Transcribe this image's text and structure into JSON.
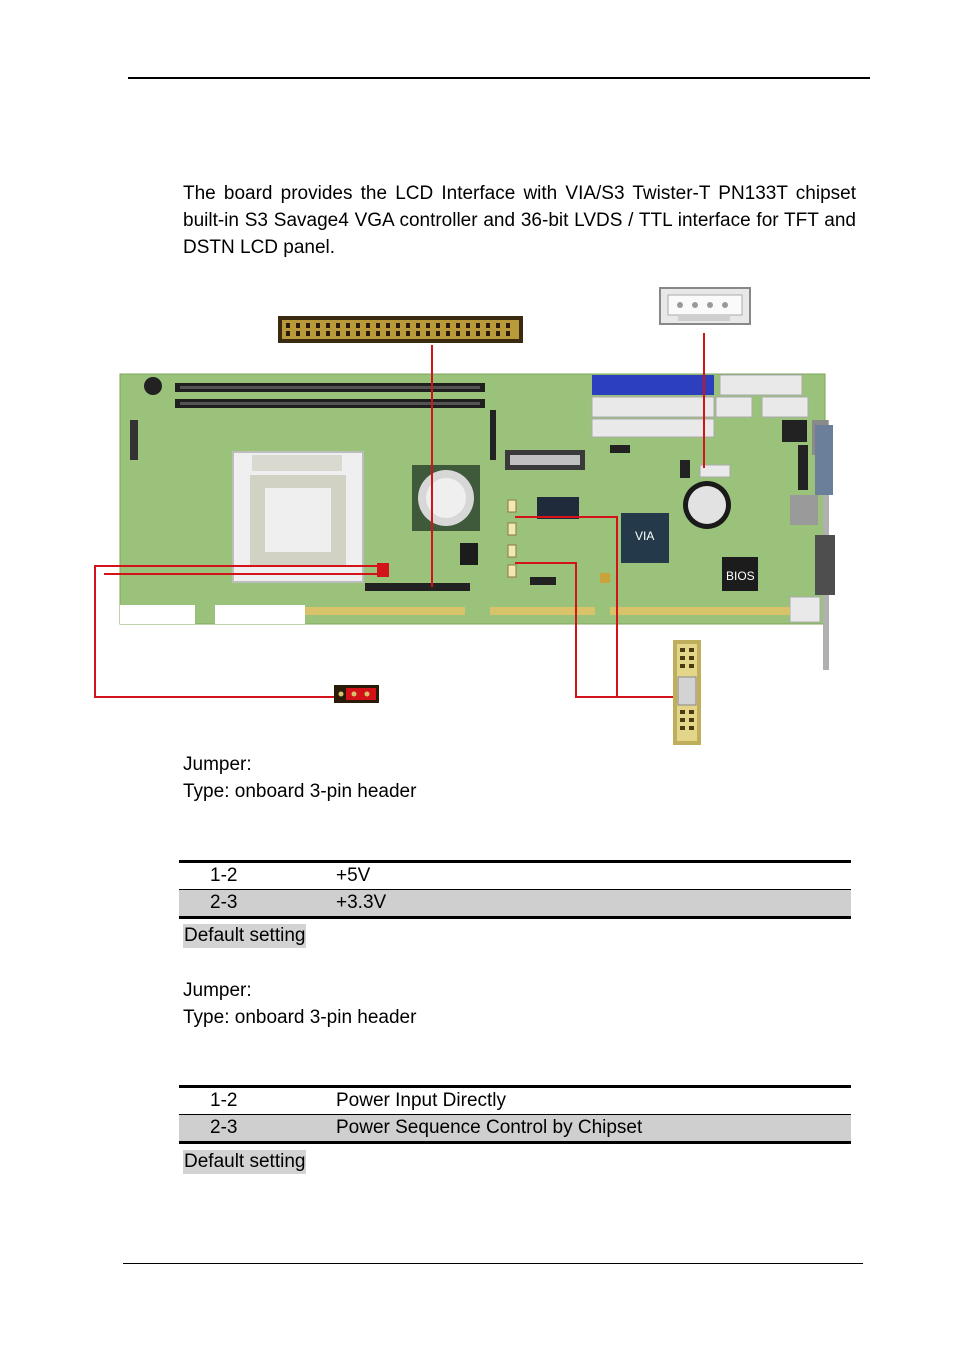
{
  "intro": "The board provides the LCD Interface with VIA/S3 Twister-T PN133T chipset built-in S3 Savage4 VGA controller and 36-bit LVDS / TTL interface for TFT and DSTN LCD panel.",
  "diagram": {
    "chip_label": "VIA",
    "bios_label": "BIOS"
  },
  "section1": {
    "jumper_label": "Jumper:",
    "type_label": "Type: onboard 3-pin header",
    "rows": [
      {
        "setting": "1-2",
        "desc": "+5V"
      },
      {
        "setting": "2-3",
        "desc": "+3.3V"
      }
    ],
    "default_label": "Default setting"
  },
  "section2": {
    "jumper_label": "Jumper:",
    "type_label": "Type: onboard 3-pin header",
    "rows": [
      {
        "setting": "1-2",
        "desc": "Power Input Directly"
      },
      {
        "setting": "2-3",
        "desc": "Power Sequence Control by Chipset"
      }
    ],
    "default_label": "Default setting"
  },
  "colors": {
    "board": "#9bc27a",
    "callout": "#d4121a",
    "connector": "#d8c36a"
  }
}
